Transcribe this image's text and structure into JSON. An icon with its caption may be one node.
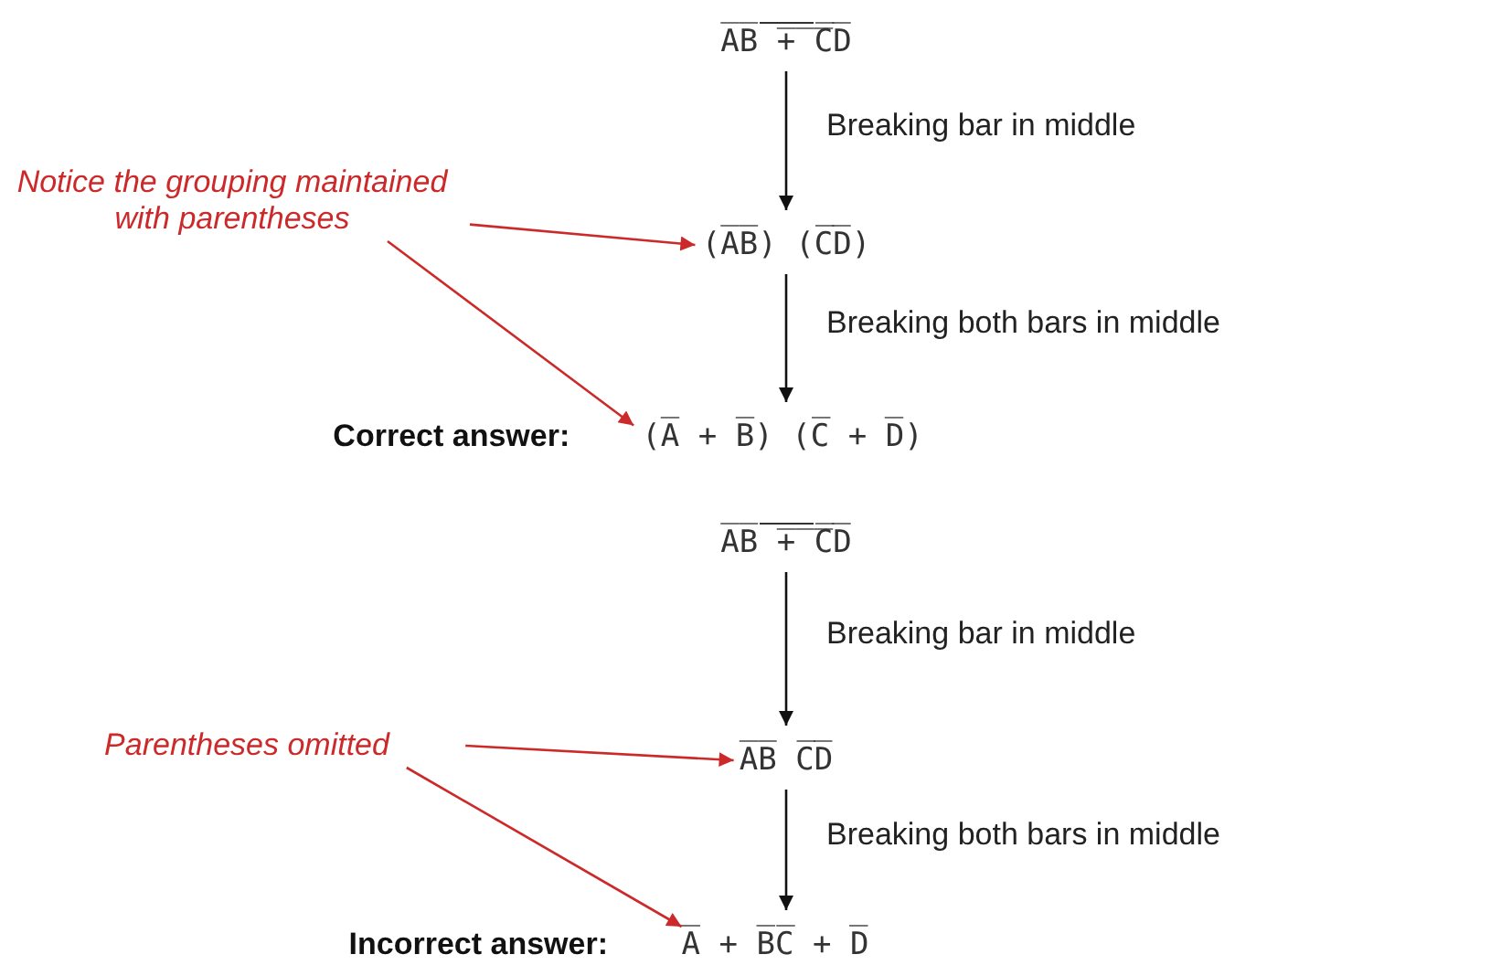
{
  "diagram": {
    "nodes": [
      {
        "text": [
          "A̅B̅ ̅+̅ ̅C̅D̅"
        ]
      },
      {
        "text": [
          "(A̅B̅) (C̅D̅)"
        ]
      },
      {
        "text": [
          "(A̅ + B̅) (C̅ + D̅)"
        ],
        "beside": [
          "Correct answer:"
        ]
      },
      {
        "text": [
          "Notice the grouping maintained with parentheses"
        ]
      },
      {
        "text": [
          "A̅B̅ ̅+̅ ̅C̅D̅"
        ]
      },
      {
        "text": [
          "A̅B̅ C̅D̅"
        ]
      },
      {
        "text": [
          "A̅ + B̅C̅ + D̅"
        ],
        "beside": [
          "Incorrect answer:"
        ]
      },
      {
        "text": [
          "Parentheses omitted"
        ]
      }
    ],
    "edges": [
      {
        "from": 0,
        "to": 1,
        "arrow": "to",
        "label": "Breaking bar in middle"
      },
      {
        "from": 1,
        "to": 2,
        "arrow": "to",
        "label": "Breaking both bars in middle"
      },
      {
        "from": 3,
        "to": 1,
        "arrow": "to",
        "color": "#cc2a2a"
      },
      {
        "from": 3,
        "to": 2,
        "arrow": "to",
        "color": "#cc2a2a"
      },
      {
        "from": 4,
        "to": 5,
        "arrow": "to",
        "label": "Breaking bar in middle"
      },
      {
        "from": 5,
        "to": 6,
        "arrow": "to",
        "label": "Breaking both bars in middle"
      },
      {
        "from": 7,
        "to": 5,
        "arrow": "to",
        "color": "#cc2a2a"
      },
      {
        "from": 7,
        "to": 6,
        "arrow": "to",
        "color": "#cc2a2a"
      }
    ]
  }
}
